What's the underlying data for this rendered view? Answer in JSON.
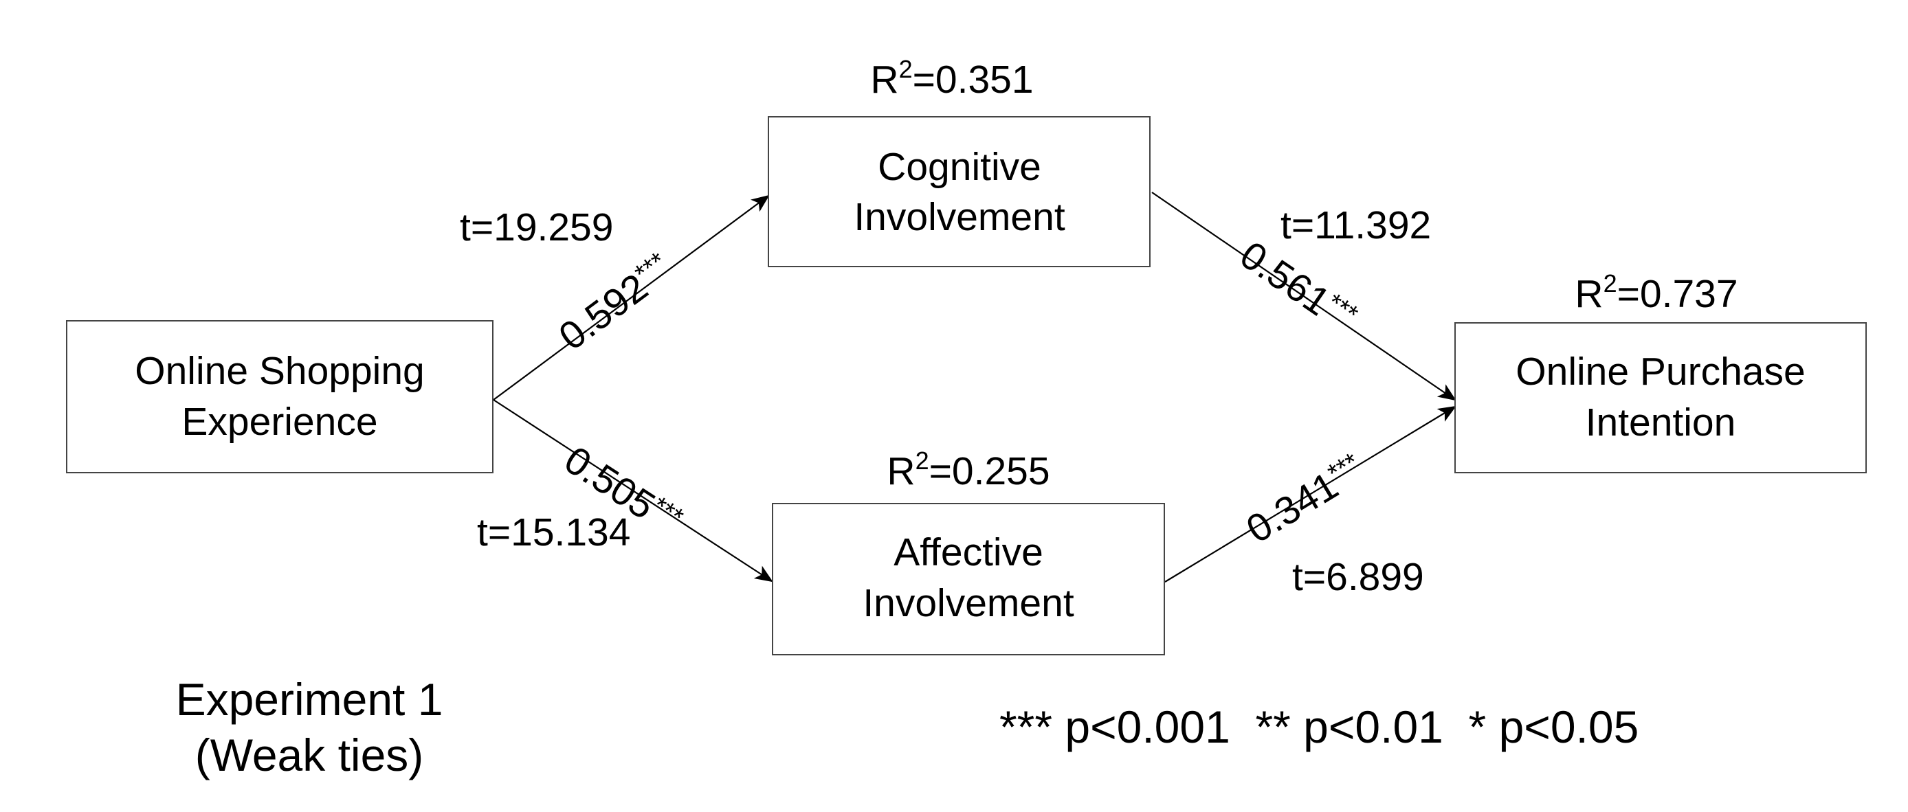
{
  "nodes": {
    "experience": {
      "line1": "Online Shopping",
      "line2": "Experience"
    },
    "cognitive": {
      "line1": "Cognitive",
      "line2": "Involvement",
      "r2_prefix": "R",
      "r2_sup": "2",
      "r2_value": "=0.351"
    },
    "affective": {
      "line1": "Affective",
      "line2": "Involvement",
      "r2_prefix": "R",
      "r2_sup": "2",
      "r2_value": "=0.255"
    },
    "intention": {
      "line1": "Online Purchase",
      "line2": "Intention",
      "r2_prefix": "R",
      "r2_sup": "2",
      "r2_value": "=0.737"
    }
  },
  "edges": {
    "exp_cog": {
      "coef": "0.592",
      "stars": "***",
      "t": "t=19.259"
    },
    "exp_aff": {
      "coef": "0.505",
      "stars": "***",
      "t": "t=15.134"
    },
    "cog_int": {
      "coef": "0.561",
      "stars": "***",
      "t": "t=11.392"
    },
    "aff_int": {
      "coef": "0.341",
      "stars": "***",
      "t": "t=6.899"
    }
  },
  "caption": {
    "line1": "Experiment 1",
    "line2": "(Weak ties)"
  },
  "significance_legend": "*** p<0.001  ** p<0.01  * p<0.05"
}
